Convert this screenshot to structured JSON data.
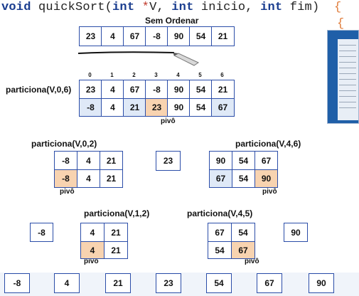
{
  "code": {
    "kw_void": "void",
    "fn_name": " quickSort(",
    "kw_int1": "int",
    "ptr": " *",
    "v": "V, ",
    "kw_int2": "int",
    "inicio": " inicio, ",
    "kw_int3": "int",
    "fim": " fim) ",
    "brace_open": "{",
    "brace_open2": "{"
  },
  "colors": {
    "border": "#2b4da8",
    "highlight_blue": "#dfe9f7",
    "pivot_orange": "#f8d3b0"
  },
  "labels": {
    "sem_ordenar": "Sem Ordenar",
    "particiona_v06": "particiona(V,0,6)",
    "particiona_v02": "particiona(V,0,2)",
    "particiona_v46": "particiona(V,4,6)",
    "particiona_v12": "particiona(V,1,2)",
    "particiona_v45": "particiona(V,4,5)",
    "pivo": "pivô"
  },
  "indices": [
    "0",
    "1",
    "2",
    "3",
    "4",
    "5",
    "6"
  ],
  "arrays": {
    "unsorted": [
      "23",
      "4",
      "67",
      "-8",
      "90",
      "54",
      "21"
    ],
    "p06_before": [
      "23",
      "4",
      "67",
      "-8",
      "90",
      "54",
      "21"
    ],
    "p06_after": [
      "-8",
      "4",
      "21",
      "23",
      "90",
      "54",
      "67"
    ],
    "p02_before": [
      "-8",
      "4",
      "21"
    ],
    "p02_after": [
      "-8",
      "4",
      "21"
    ],
    "single_23": "23",
    "p46_before": [
      "90",
      "54",
      "67"
    ],
    "p46_after": [
      "67",
      "54",
      "90"
    ],
    "single_m8": "-8",
    "p12_before": [
      "4",
      "21"
    ],
    "p12_after": [
      "4",
      "21"
    ],
    "p45_before": [
      "67",
      "54"
    ],
    "p45_after": [
      "54",
      "67"
    ],
    "single_90": "90",
    "sorted": [
      "-8",
      "4",
      "21",
      "23",
      "54",
      "67",
      "90"
    ]
  }
}
